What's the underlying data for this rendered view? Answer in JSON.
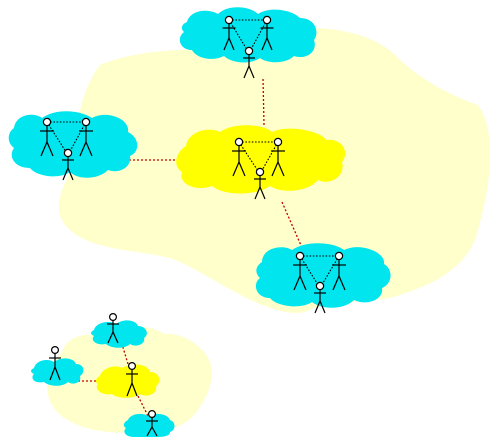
{
  "diagram": {
    "kind": "network-of-people-clusters",
    "colors": {
      "background": "#ffffff",
      "region": "#ffffcc",
      "hub_cloud": "#ffff00",
      "peer_cloud": "#00e5ee",
      "link": "#c00000",
      "figure_stroke": "#000000"
    },
    "icon": "stick-figure-icon",
    "large_network": {
      "hub": {
        "figures": 3,
        "fill": "hub_cloud"
      },
      "peers": [
        {
          "id": "top",
          "figures": 3
        },
        {
          "id": "left",
          "figures": 3
        },
        {
          "id": "bottom-right",
          "figures": 3
        }
      ]
    },
    "small_network": {
      "hub": {
        "figures": 1,
        "fill": "hub_cloud"
      },
      "peers": [
        {
          "id": "top",
          "figures": 1
        },
        {
          "id": "left",
          "figures": 1
        },
        {
          "id": "bottom",
          "figures": 1
        }
      ]
    }
  }
}
